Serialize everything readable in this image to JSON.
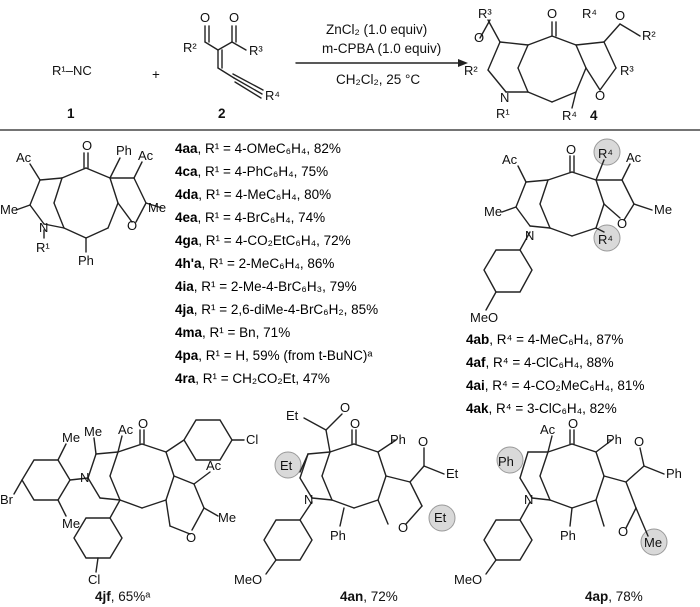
{
  "reaction": {
    "reagent1": "R¹–NC",
    "reagent1_num": "1",
    "plus": "+",
    "reagent2_num": "2",
    "product_num": "4",
    "conditions": [
      "ZnCl₂ (1.0 equiv)",
      "m-CPBA (1.0 equiv)",
      "CH₂Cl₂, 25 °C"
    ]
  },
  "table_left": [
    {
      "code": "4aa",
      "text": ", R¹ = 4-OMeC₆H₄, 82%"
    },
    {
      "code": "4ca",
      "text": ", R¹ = 4-PhC₆H₄, 75%"
    },
    {
      "code": "4da",
      "text": ", R¹ = 4-MeC₆H₄, 80%"
    },
    {
      "code": "4ea",
      "text": ", R¹ = 4-BrC₆H₄, 74%"
    },
    {
      "code": "4ga",
      "text": ", R¹ = 4-CO₂EtC₆H₄, 72%"
    },
    {
      "code": "4h'a",
      "text": ", R¹ = 2-MeC₆H₄, 86%"
    },
    {
      "code": "4ia",
      "text": ", R¹ = 2-Me-4-BrC₆H₃, 79%"
    },
    {
      "code": "4ja",
      "text": ", R¹ = 2,6-diMe-4-BrC₆H₂, 85%"
    },
    {
      "code": "4ma",
      "text": ", R¹ = Bn, 71%"
    },
    {
      "code": "4pa",
      "text": ", R¹ = H, 59% (from t-BuNC)ᵃ"
    },
    {
      "code": "4ra",
      "text": ", R¹ = CH₂CO₂Et, 47%"
    }
  ],
  "table_right": [
    {
      "code": "4ab",
      "text": ", R⁴ = 4-MeC₆H₄, 87%"
    },
    {
      "code": "4af",
      "text": ", R⁴ = 4-ClC₆H₄, 88%"
    },
    {
      "code": "4ai",
      "text": ", R⁴ = 4-CO₂MeC₆H₄, 81%"
    },
    {
      "code": "4ak",
      "text": ", R⁴ = 3-ClC₆H₄, 82%"
    }
  ],
  "bottom": [
    {
      "code": "4jf",
      "text": ", 65%ᵃ"
    },
    {
      "code": "4an",
      "text": ", 72%"
    },
    {
      "code": "4ap",
      "text": ", 78%"
    }
  ],
  "atoms": {
    "O": "O",
    "N": "N",
    "Ac": "Ac",
    "Me": "Me",
    "Ph": "Ph",
    "Et": "Et",
    "Br": "Br",
    "Cl": "Cl",
    "MeO": "MeO",
    "R1": "R¹",
    "R2": "R²",
    "R3": "R³",
    "R4": "R⁴"
  }
}
